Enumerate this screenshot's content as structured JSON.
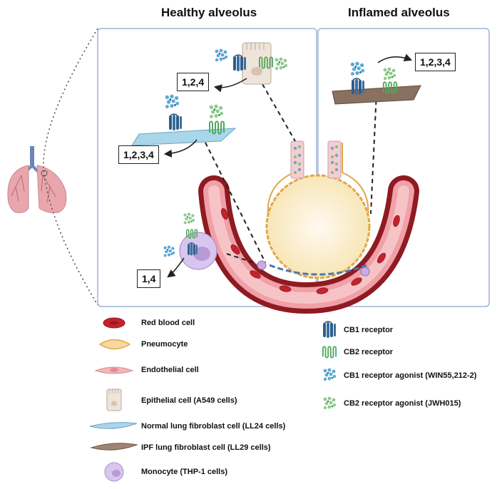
{
  "titles": {
    "healthy": "Healthy alveolus",
    "inflamed": "Inflamed alveolus"
  },
  "effects": {
    "epithelial": "1,2,4",
    "normal_fibroblast": "1,2,3,4",
    "monocyte": "1,4",
    "ipf_fibroblast": "1,2,3,4"
  },
  "legend": {
    "left": [
      {
        "icon": "red-blood-cell-icon",
        "label": "Red blood cell"
      },
      {
        "icon": "pneumocyte-icon",
        "label": "Pneumocyte"
      },
      {
        "icon": "endothelial-cell-icon",
        "label": "Endothelial cell"
      },
      {
        "icon": "epithelial-cell-icon",
        "label": "Epithelial cell (A549 cells)"
      },
      {
        "icon": "normal-fibroblast-icon",
        "label": "Normal lung fibroblast cell (LL24 cells)"
      },
      {
        "icon": "ipf-fibroblast-icon",
        "label": "IPF lung fibroblast cell (LL29 cells)"
      },
      {
        "icon": "monocyte-icon",
        "label": "Monocyte (THP-1 cells)"
      }
    ],
    "right": [
      {
        "icon": "cb1-receptor-icon",
        "label": "CB1 receptor"
      },
      {
        "icon": "cb2-receptor-icon",
        "label": "CB2 receptor"
      },
      {
        "icon": "cb1-agonist-icon",
        "label": "CB1 receptor agonist (WIN55,212-2)"
      },
      {
        "icon": "cb2-agonist-icon",
        "label": "CB2 receptor agonist (JWH015)"
      }
    ]
  },
  "colors": {
    "panel_border": "#9fb3d6",
    "vessel": "#a8232b",
    "vessel_inner": "#f2c6c8",
    "pneumocyte": "#e6b66a",
    "alveolus_fill": "#fdf5dc",
    "cb1": "#2f5d8a",
    "cb2": "#4fa85a",
    "cb1_agonist": "#5aa9d6",
    "cb2_agonist": "#7cc07c",
    "fibroblast_normal": "#a9d6e8",
    "fibroblast_ipf": "#8a7060",
    "monocyte": "#c7aee0",
    "lung": "#e9a6ad"
  }
}
